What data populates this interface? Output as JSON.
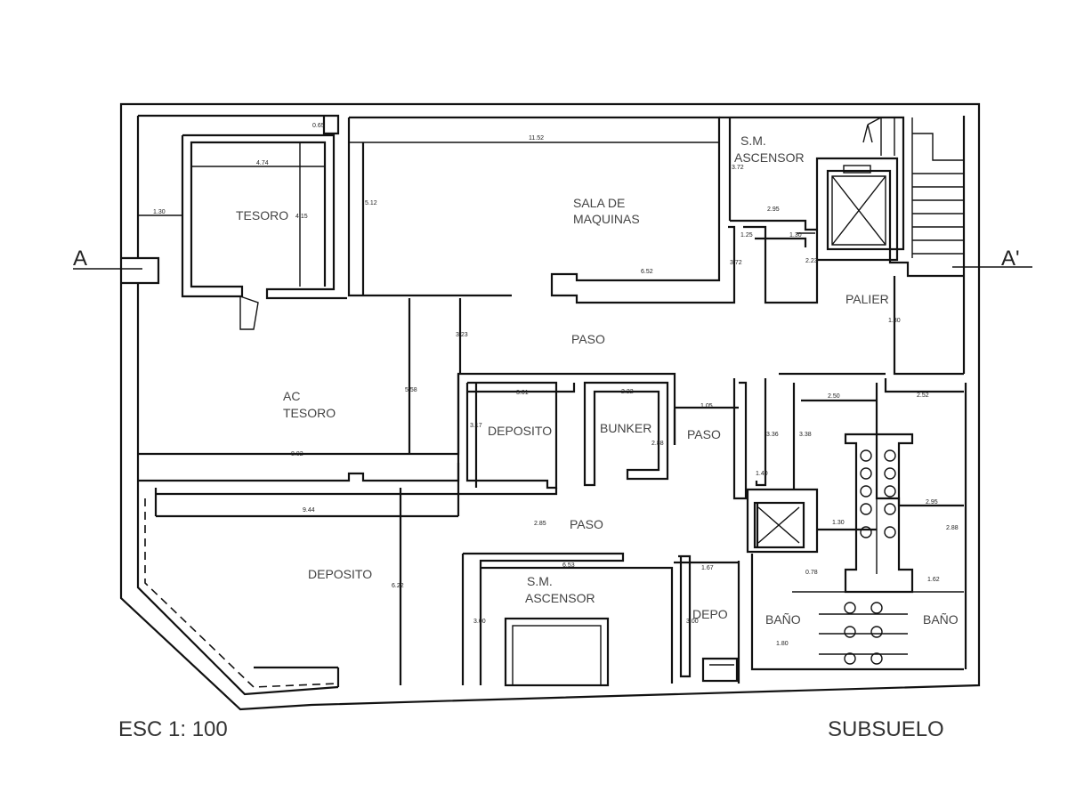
{
  "rooms": [
    {
      "id": "tesoro",
      "text": "TESORO"
    },
    {
      "id": "sala1",
      "text": "SALA DE"
    },
    {
      "id": "sala2",
      "text": "MAQUINAS"
    },
    {
      "id": "sm-top1",
      "text": "S.M."
    },
    {
      "id": "sm-top2",
      "text": "ASCENSOR"
    },
    {
      "id": "palier",
      "text": "PALIER"
    },
    {
      "id": "paso-top",
      "text": "PASO"
    },
    {
      "id": "ac1",
      "text": "AC"
    },
    {
      "id": "ac2",
      "text": "TESORO"
    },
    {
      "id": "deposito-mid",
      "text": "DEPOSITO"
    },
    {
      "id": "bunker",
      "text": "BUNKER"
    },
    {
      "id": "paso-right",
      "text": "PASO"
    },
    {
      "id": "paso-mid",
      "text": "PASO"
    },
    {
      "id": "deposito-bottom",
      "text": "DEPOSITO"
    },
    {
      "id": "sm-bot1",
      "text": "S.M."
    },
    {
      "id": "sm-bot2",
      "text": "ASCENSOR"
    },
    {
      "id": "depo",
      "text": "DEPO"
    },
    {
      "id": "bano-left",
      "text": "BAÑO"
    },
    {
      "id": "bano-right",
      "text": "BAÑO"
    }
  ],
  "dimensions": [
    {
      "id": "d1",
      "text": "0.65"
    },
    {
      "id": "d2",
      "text": "11.52"
    },
    {
      "id": "d3",
      "text": "4.74"
    },
    {
      "id": "d4",
      "text": "1.30"
    },
    {
      "id": "d5",
      "text": "4.15"
    },
    {
      "id": "d6",
      "text": "5.12"
    },
    {
      "id": "d7",
      "text": "6.52"
    },
    {
      "id": "d8",
      "text": "3.72"
    },
    {
      "id": "d9",
      "text": "2.95"
    },
    {
      "id": "d10",
      "text": "1.25"
    },
    {
      "id": "d11",
      "text": "1.30"
    },
    {
      "id": "d12",
      "text": "3.72"
    },
    {
      "id": "d13",
      "text": "2.23"
    },
    {
      "id": "d14",
      "text": "3.23"
    },
    {
      "id": "d15",
      "text": "1.30"
    },
    {
      "id": "d16",
      "text": "5.58"
    },
    {
      "id": "d17",
      "text": "3.01"
    },
    {
      "id": "d18",
      "text": "2.22"
    },
    {
      "id": "d19",
      "text": "1.05"
    },
    {
      "id": "d20",
      "text": "3.17"
    },
    {
      "id": "d21",
      "text": "2.88"
    },
    {
      "id": "d22",
      "text": "3.36"
    },
    {
      "id": "d23",
      "text": "3.38"
    },
    {
      "id": "d24",
      "text": "2.50"
    },
    {
      "id": "d25",
      "text": "2.52"
    },
    {
      "id": "d26",
      "text": "8.82"
    },
    {
      "id": "d27",
      "text": "1.40"
    },
    {
      "id": "d28",
      "text": "9.44"
    },
    {
      "id": "d29",
      "text": "2.85"
    },
    {
      "id": "d30",
      "text": "1.30"
    },
    {
      "id": "d31",
      "text": "2.95"
    },
    {
      "id": "d32",
      "text": "2.88"
    },
    {
      "id": "d33",
      "text": "6.53"
    },
    {
      "id": "d34",
      "text": "1.67"
    },
    {
      "id": "d35",
      "text": "6.22"
    },
    {
      "id": "d36",
      "text": "0.78"
    },
    {
      "id": "d37",
      "text": "1.62"
    },
    {
      "id": "d38",
      "text": "3.00"
    },
    {
      "id": "d39",
      "text": "3.00"
    },
    {
      "id": "d40",
      "text": "1.80"
    }
  ],
  "section": {
    "left": "A",
    "right": "A'"
  },
  "scale": "ESC 1: 100",
  "plan_name": "SUBSUELO"
}
